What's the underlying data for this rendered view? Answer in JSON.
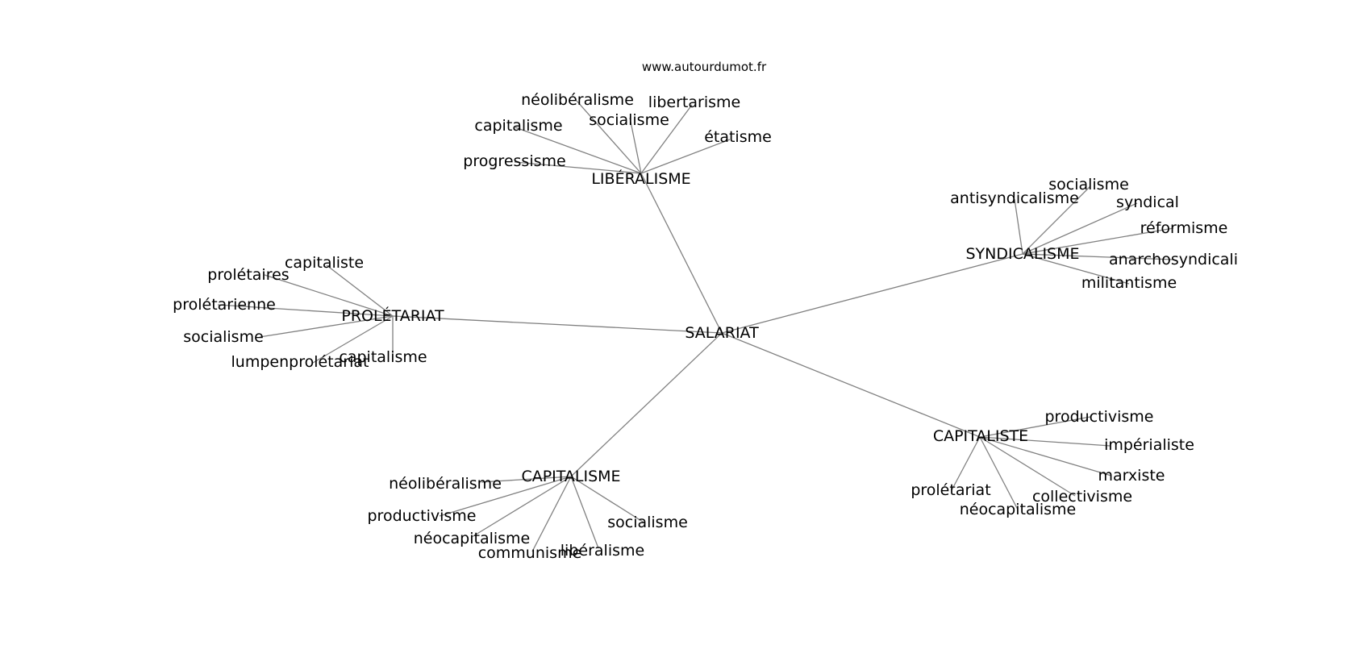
{
  "credit": "www.autourdumot.fr",
  "colors": {
    "edge": "#808080",
    "text": "#000000",
    "background": "#ffffff"
  },
  "graph": {
    "center": {
      "id": "salariat",
      "label": "SALARIAT"
    },
    "hubs": [
      {
        "id": "liberalisme",
        "label": "LIBÉRALISME",
        "leaves": [
          "néolibéralisme",
          "libertarisme",
          "socialisme",
          "capitalisme",
          "étatisme",
          "progressisme"
        ]
      },
      {
        "id": "syndicalisme",
        "label": "SYNDICALISME",
        "leaves": [
          "socialisme",
          "antisyndicalisme",
          "syndical",
          "réformisme",
          "anarchosyndicali",
          "militantisme"
        ]
      },
      {
        "id": "proletariat",
        "label": "PROLÉTARIAT",
        "leaves": [
          "capitaliste",
          "prolétaires",
          "prolétarienne",
          "socialisme",
          "lumpenprolétariat",
          "capitalisme"
        ]
      },
      {
        "id": "capitalisme",
        "label": "CAPITALISME",
        "leaves": [
          "néolibéralisme",
          "productivisme",
          "néocapitalisme",
          "communisme",
          "libéralisme",
          "socialisme"
        ]
      },
      {
        "id": "capitaliste",
        "label": "CAPITALISTE",
        "leaves": [
          "productivisme",
          "impérialiste",
          "marxiste",
          "collectivisme",
          "néocapitalisme",
          "prolétariat"
        ]
      }
    ]
  }
}
